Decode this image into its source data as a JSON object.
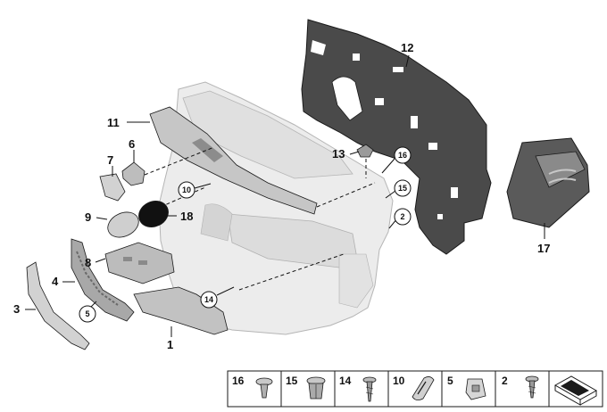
{
  "diagram": {
    "part_labels": {
      "p1": "1",
      "p2": "2",
      "p3": "3",
      "p4": "4",
      "p5": "5",
      "p6": "6",
      "p7": "7",
      "p8": "8",
      "p9": "9",
      "p10": "10",
      "p11": "11",
      "p12": "12",
      "p13": "13",
      "p14": "14",
      "p15": "15",
      "p16": "16",
      "p17": "17",
      "p18": "18"
    },
    "legend": [
      {
        "label": "16",
        "icon": "push-pin-clip-icon"
      },
      {
        "label": "15",
        "icon": "expanding-rivet-icon"
      },
      {
        "label": "14",
        "icon": "screw-icon"
      },
      {
        "label": "10",
        "icon": "oval-clip-icon"
      },
      {
        "label": "5",
        "icon": "spring-nut-icon"
      },
      {
        "label": "2",
        "icon": "tapping-screw-icon"
      },
      {
        "label": "",
        "icon": "kit-box-icon"
      }
    ],
    "colors": {
      "panel_light": "#ececec",
      "panel_mid": "#cfcfcf",
      "insulation_dark": "#4a4a4a",
      "outline": "#1a1a1a"
    }
  }
}
